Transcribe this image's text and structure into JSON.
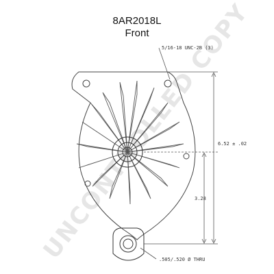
{
  "title": "8AR2018L",
  "view": "Front",
  "callouts": {
    "thread": "5/16-18 UNC-2B (3)",
    "height_total": "6.52 ± .02",
    "height_lower": "3.28",
    "hole": ".505/.520 Ø THRU"
  },
  "watermark": "UNCONTROLLED COPY"
}
